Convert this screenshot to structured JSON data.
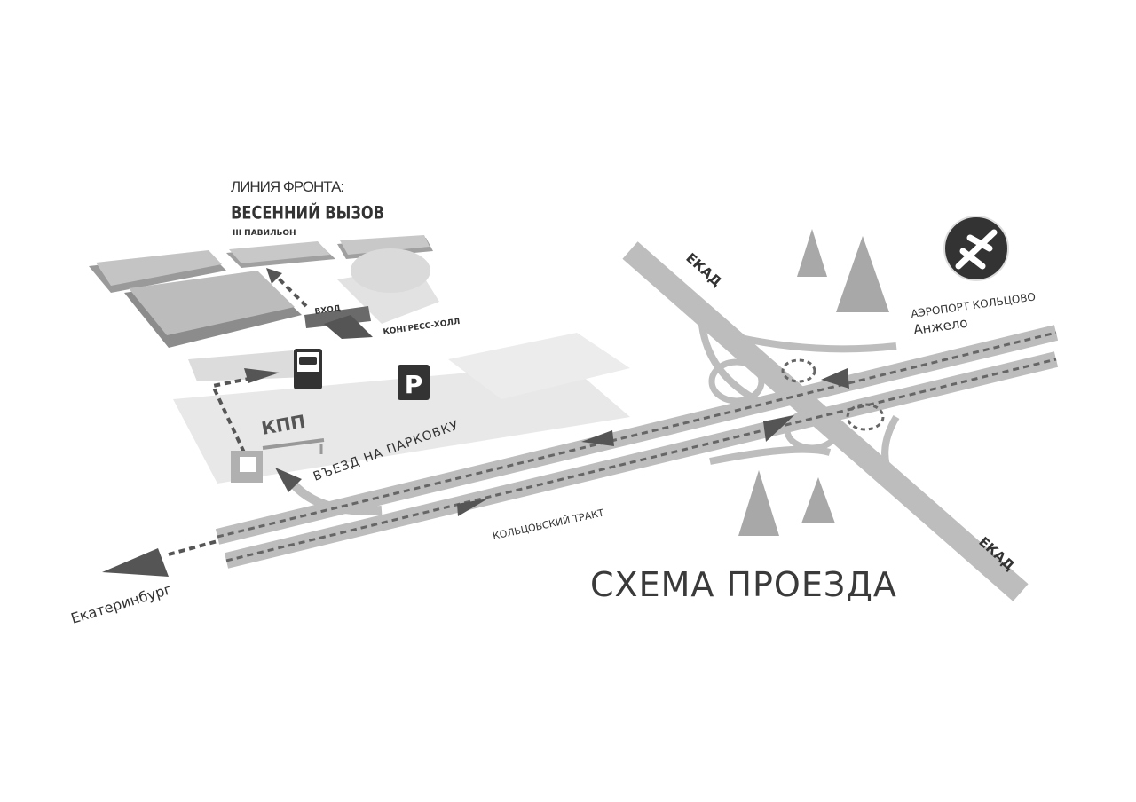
{
  "map": {
    "title": "СХЕМА ПРОЕЗДА",
    "event": {
      "subtitle": "ЛИНИЯ ФРОНТА:",
      "name": "ВЕСЕННИЙ ВЫЗОВ",
      "pavilion": "III ПАВИЛЬОН"
    },
    "labels": {
      "entrance": "ВХОД",
      "congress_hall": "КОНГРЕСС-ХОЛЛ",
      "checkpoint": "КПП",
      "parking_sign": "P",
      "parking_entry": "ВЪЕЗД НА ПАРКОВКУ",
      "road": "КОЛЬЦОВСКИЙ ТРАКТ",
      "city": "Екатеринбург",
      "ring_road_north": "ЕКАД",
      "ring_road_south": "ЕКАД",
      "airport": "АЭРОПОРТ КОЛЬЦОВО",
      "hotel": "Анжело"
    },
    "icons": [
      "bus-stop-icon",
      "parking-icon",
      "airplane-icon",
      "tree-icon"
    ],
    "colors": {
      "road": "#bdbdbd",
      "dark": "#3a3a3a",
      "building": "#a9a9a9",
      "area": "#e6e6e6"
    }
  }
}
